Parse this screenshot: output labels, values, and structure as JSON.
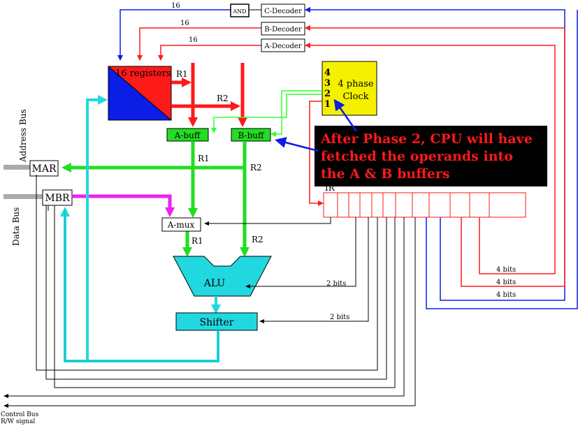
{
  "labels": {
    "registers": "16 registers",
    "a_buff": "A-buff",
    "b_buff": "B-buff",
    "mar": "MAR",
    "mbr": "MBR",
    "a_mux": "A-mux",
    "alu": "ALU",
    "shifter": "Shifter",
    "ir": "IR",
    "and_gate": "AND",
    "c_decoder": "C-Decoder",
    "b_decoder": "B-Decoder",
    "a_decoder": "A-Decoder",
    "clock_line1": "4 phase",
    "clock_line2": "Clock",
    "clock_phases": [
      "4",
      "3",
      "2",
      "1"
    ],
    "address_bus": "Address Bus",
    "data_bus": "Data Bus",
    "control_bus": "Control Bus",
    "rw_signal": "R/W signal"
  },
  "wire_labels": {
    "bus16_c": "16",
    "bus16_b": "16",
    "bus16_a": "16",
    "r1_reg": "R1",
    "r2_reg": "R2",
    "r1_abuff": "R1",
    "r2_bbuff": "R2",
    "r1_amux": "R1",
    "r2_alu": "R2",
    "bits_alu": "2 bits",
    "bits_shifter": "2 bits",
    "bits4_1": "4 bits",
    "bits4_2": "4 bits",
    "bits4_3": "4 bits"
  },
  "annotation": {
    "line1": "After Phase 2, CPU will have",
    "line2": "fetched the operands into",
    "line3": "the A & B buffers"
  },
  "colors": {
    "red": "#ff1a1a",
    "blue": "#0a1ee6",
    "green": "#22dd22",
    "cyan": "#22d8e0",
    "magenta": "#ee22ee",
    "yellow": "#f4f000",
    "bright_green": "#33ff33"
  }
}
